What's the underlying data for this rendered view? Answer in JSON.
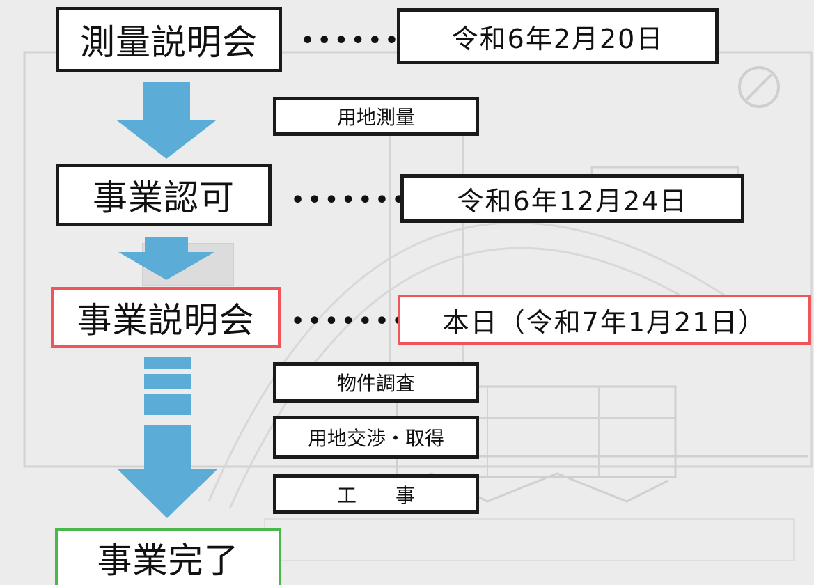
{
  "stages": [
    {
      "id": "survey-briefing",
      "label": "測量説明会",
      "date": "令和6年2月20日",
      "dots": "••••••"
    },
    {
      "id": "project-approval",
      "label": "事業認可",
      "date": "令和6年12月24日",
      "dots": "•••••••"
    },
    {
      "id": "project-briefing",
      "label": "事業説明会",
      "date": "本日（令和7年1月21日）",
      "dots": "•••••••",
      "highlight": "current"
    },
    {
      "id": "project-completion",
      "label": "事業完了",
      "highlight": "completion"
    }
  ],
  "tasks": [
    {
      "id": "land-survey",
      "label": "用地測量"
    },
    {
      "id": "property-investigation",
      "label": "物件調査"
    },
    {
      "id": "land-negotiation",
      "label": "用地交渉・取得"
    },
    {
      "id": "construction",
      "label": "工　　事"
    }
  ],
  "colors": {
    "arrow": "#5badd8",
    "current_border": "#f0555a",
    "completion_border": "#48b84a",
    "box_border": "#1a1a1a"
  }
}
